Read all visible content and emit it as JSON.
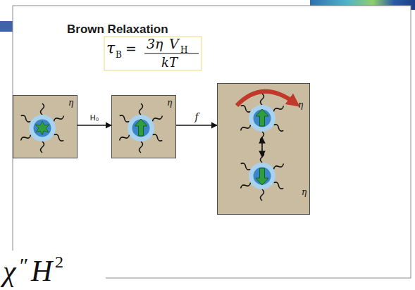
{
  "diagram": {
    "title": "Brown Relaxation",
    "nodes": [
      {
        "text": [
          "η"
        ]
      },
      {
        "text": [
          "η"
        ]
      },
      {
        "text": [
          "η",
          "η"
        ]
      }
    ],
    "edges": [
      {
        "from": 0,
        "to": 1,
        "arrow": "to",
        "label": "H₀"
      },
      {
        "from": 1,
        "to": 2,
        "arrow": "to",
        "label": "f"
      }
    ],
    "labels": [
      "τ",
      "B",
      "=",
      "3η",
      "V",
      "H",
      "kT",
      "χ",
      "″",
      "H",
      "2"
    ]
  }
}
